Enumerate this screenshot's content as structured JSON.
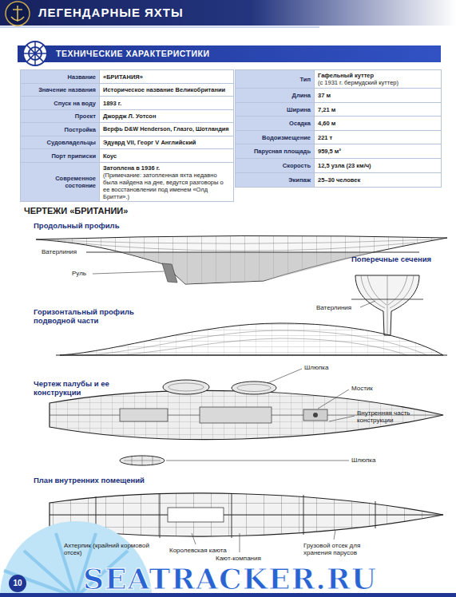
{
  "diagram": {
    "title": "ЛЕГЕНДАРНЫЕ ЯХТЫ",
    "nodes": [
      {
        "text": [
          "ТЕХНИЧЕСКИЕ ХАРАКТЕРИСТИКИ"
        ]
      }
    ],
    "labels": [
      "Название",
      "«БРИТАНИЯ»",
      "Значение названия",
      "Историческое название Великобритании",
      "Спуск на воду",
      "1893 г.",
      "Проект",
      "Джордж Л. Уотсон",
      "Постройка",
      "Верфь D&W Henderson, Глазго, Шотландия",
      "Судовладельцы",
      "Эдуард VII, Георг V Английский",
      "Порт приписки",
      "Коус",
      "Современное состояние",
      "Затоплена в 1936 г.",
      "(Примечание: затопленная яхта недавно была найдена на дне, ведутся разговоры о ее восстановлении под именем «Олд Бритти».)",
      "Тип",
      "Гафельный куттер",
      "(с 1931 г. бермудский куттер)",
      "Длина",
      "37 м",
      "Ширина",
      "7,21 м",
      "Осадка",
      "4,60 м",
      "Водоизмещение",
      "221 т",
      "Парусная площадь",
      "959,5 м²",
      "Скорость",
      "12,5 узла (23 км/ч)",
      "Экипаж",
      "25–30 человек",
      "ЧЕРТЕЖИ «БРИТАНИИ»",
      "Продольный профиль",
      "Ватерлиния",
      "Руль",
      "Поперечные сечения",
      "Ватерлиния",
      "Горизонтальный профиль подводной части",
      "Чертеж палубы и ее конструкции",
      "Шлюпка",
      "Мостик",
      "Внутренняя часть конструкции",
      "Шлюпка",
      "План внутренних помещений",
      "Ахтерпик (крайний кормовой отсек)",
      "Королевская каюта",
      "Кают-компания",
      "Грузовой отсек для хранения парусов",
      "SEATRACKER.RU",
      "10"
    ]
  }
}
